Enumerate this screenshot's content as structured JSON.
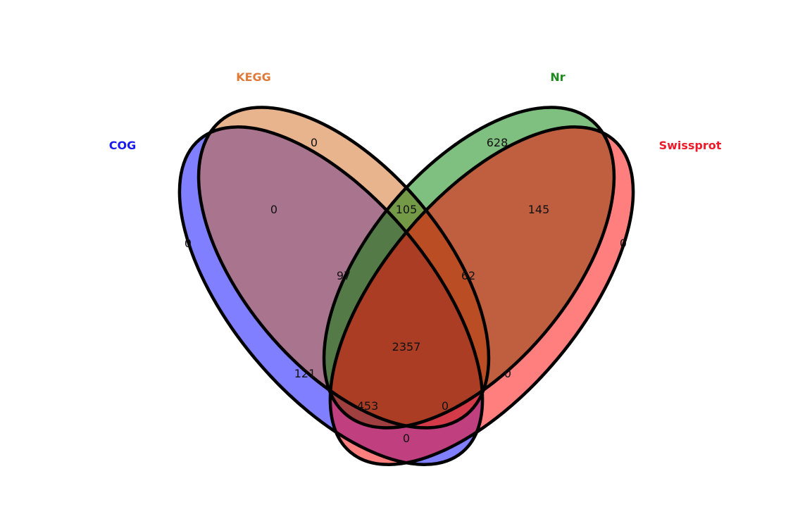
{
  "sets": [
    {
      "id": "cog",
      "label": "COG",
      "color": "#0000ff",
      "fill": "#0000ff",
      "label_color": "#1a1aee"
    },
    {
      "id": "kegg",
      "label": "KEGG",
      "color": "#d2691e",
      "fill": "#d2691e",
      "label_color": "#e07a3a"
    },
    {
      "id": "nr",
      "label": "Nr",
      "color": "#008000",
      "fill": "#008000",
      "label_color": "#1e8a1e"
    },
    {
      "id": "swissprot",
      "label": "Swissprot",
      "color": "#ff0000",
      "fill": "#ff0000",
      "label_color": "#ee1a2a"
    }
  ],
  "regions": {
    "cog_only": "0",
    "kegg_only": "0",
    "nr_only": "628",
    "swissprot_only": "0",
    "cog_kegg": "0",
    "kegg_nr": "105",
    "nr_swissprot": "145",
    "cog_kegg_nr": "97",
    "kegg_nr_swissprot": "62",
    "all_four": "2357",
    "cog_nr": "121",
    "kegg_swissprot": "0",
    "cog_nr_swissprot": "453",
    "cog_kegg_swissprot": "0",
    "cog_swissprot": "0"
  }
}
